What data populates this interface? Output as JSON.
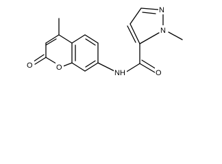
{
  "molecule": {
    "atom_labels": {
      "carbonyl_oxygen_left": "O",
      "ring_oxygen": "O",
      "amide_nitrogen": "NH",
      "amide_oxygen": "O",
      "pyrazole_n1": "N",
      "pyrazole_n2": "N"
    }
  },
  "colors": {
    "bond": "#000000",
    "text": "#000000",
    "background": "#ffffff"
  }
}
